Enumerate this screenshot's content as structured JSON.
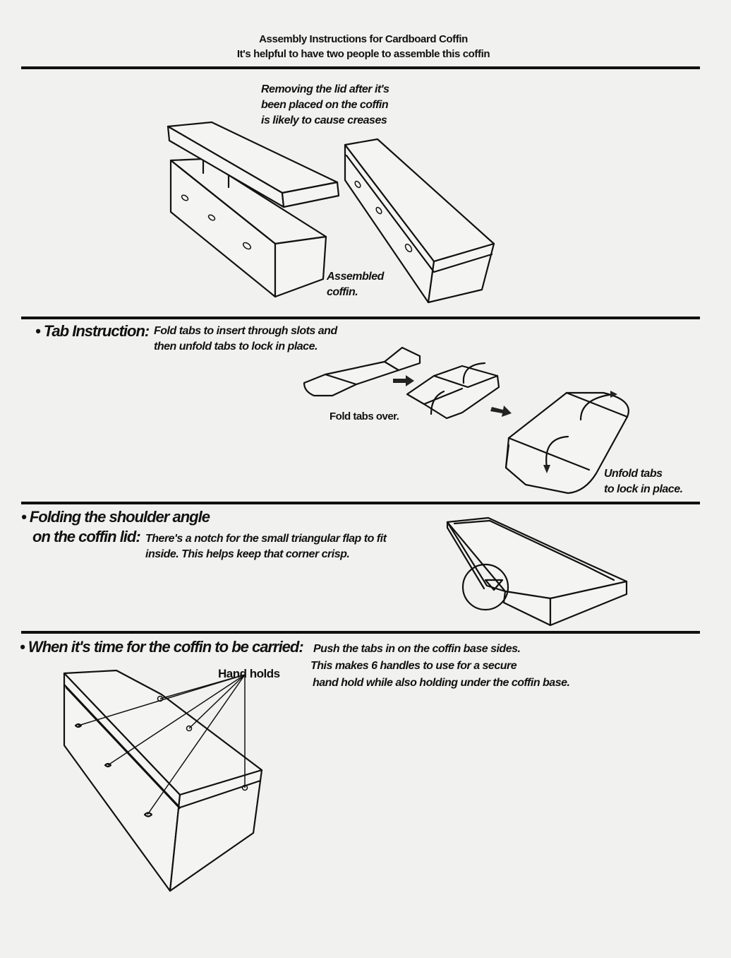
{
  "header": {
    "title": "Assembly Instructions for Cardboard Coffin",
    "subtitle": "It's helpful to have two people to assemble this coffin"
  },
  "section1": {
    "caption_lines": [
      "Removing the lid after it's",
      "been placed on the coffin",
      "is likely to cause creases"
    ],
    "assembled_label_lines": [
      "Assembled",
      "coffin."
    ]
  },
  "section2": {
    "heading": "• Tab Instruction:",
    "text_lines": [
      "Fold tabs to insert through slots and",
      "then unfold tabs to lock in place."
    ],
    "fold_label": "Fold tabs over.",
    "unfold_label_lines": [
      "Unfold tabs",
      "to lock in place."
    ]
  },
  "section3": {
    "heading_lines": [
      "• Folding the shoulder angle",
      "on the coffin lid:"
    ],
    "text_lines": [
      "There's a notch for the small triangular flap to fit",
      "inside. This helps keep that corner crisp."
    ]
  },
  "section4": {
    "heading": "• When it's time for the coffin to be carried:",
    "text_lines": [
      "Push the tabs in on the coffin base sides.",
      "This makes 6 handles to use for  a secure",
      "hand hold while also holding under the coffin base."
    ],
    "hand_holds_label": "Hand holds"
  }
}
